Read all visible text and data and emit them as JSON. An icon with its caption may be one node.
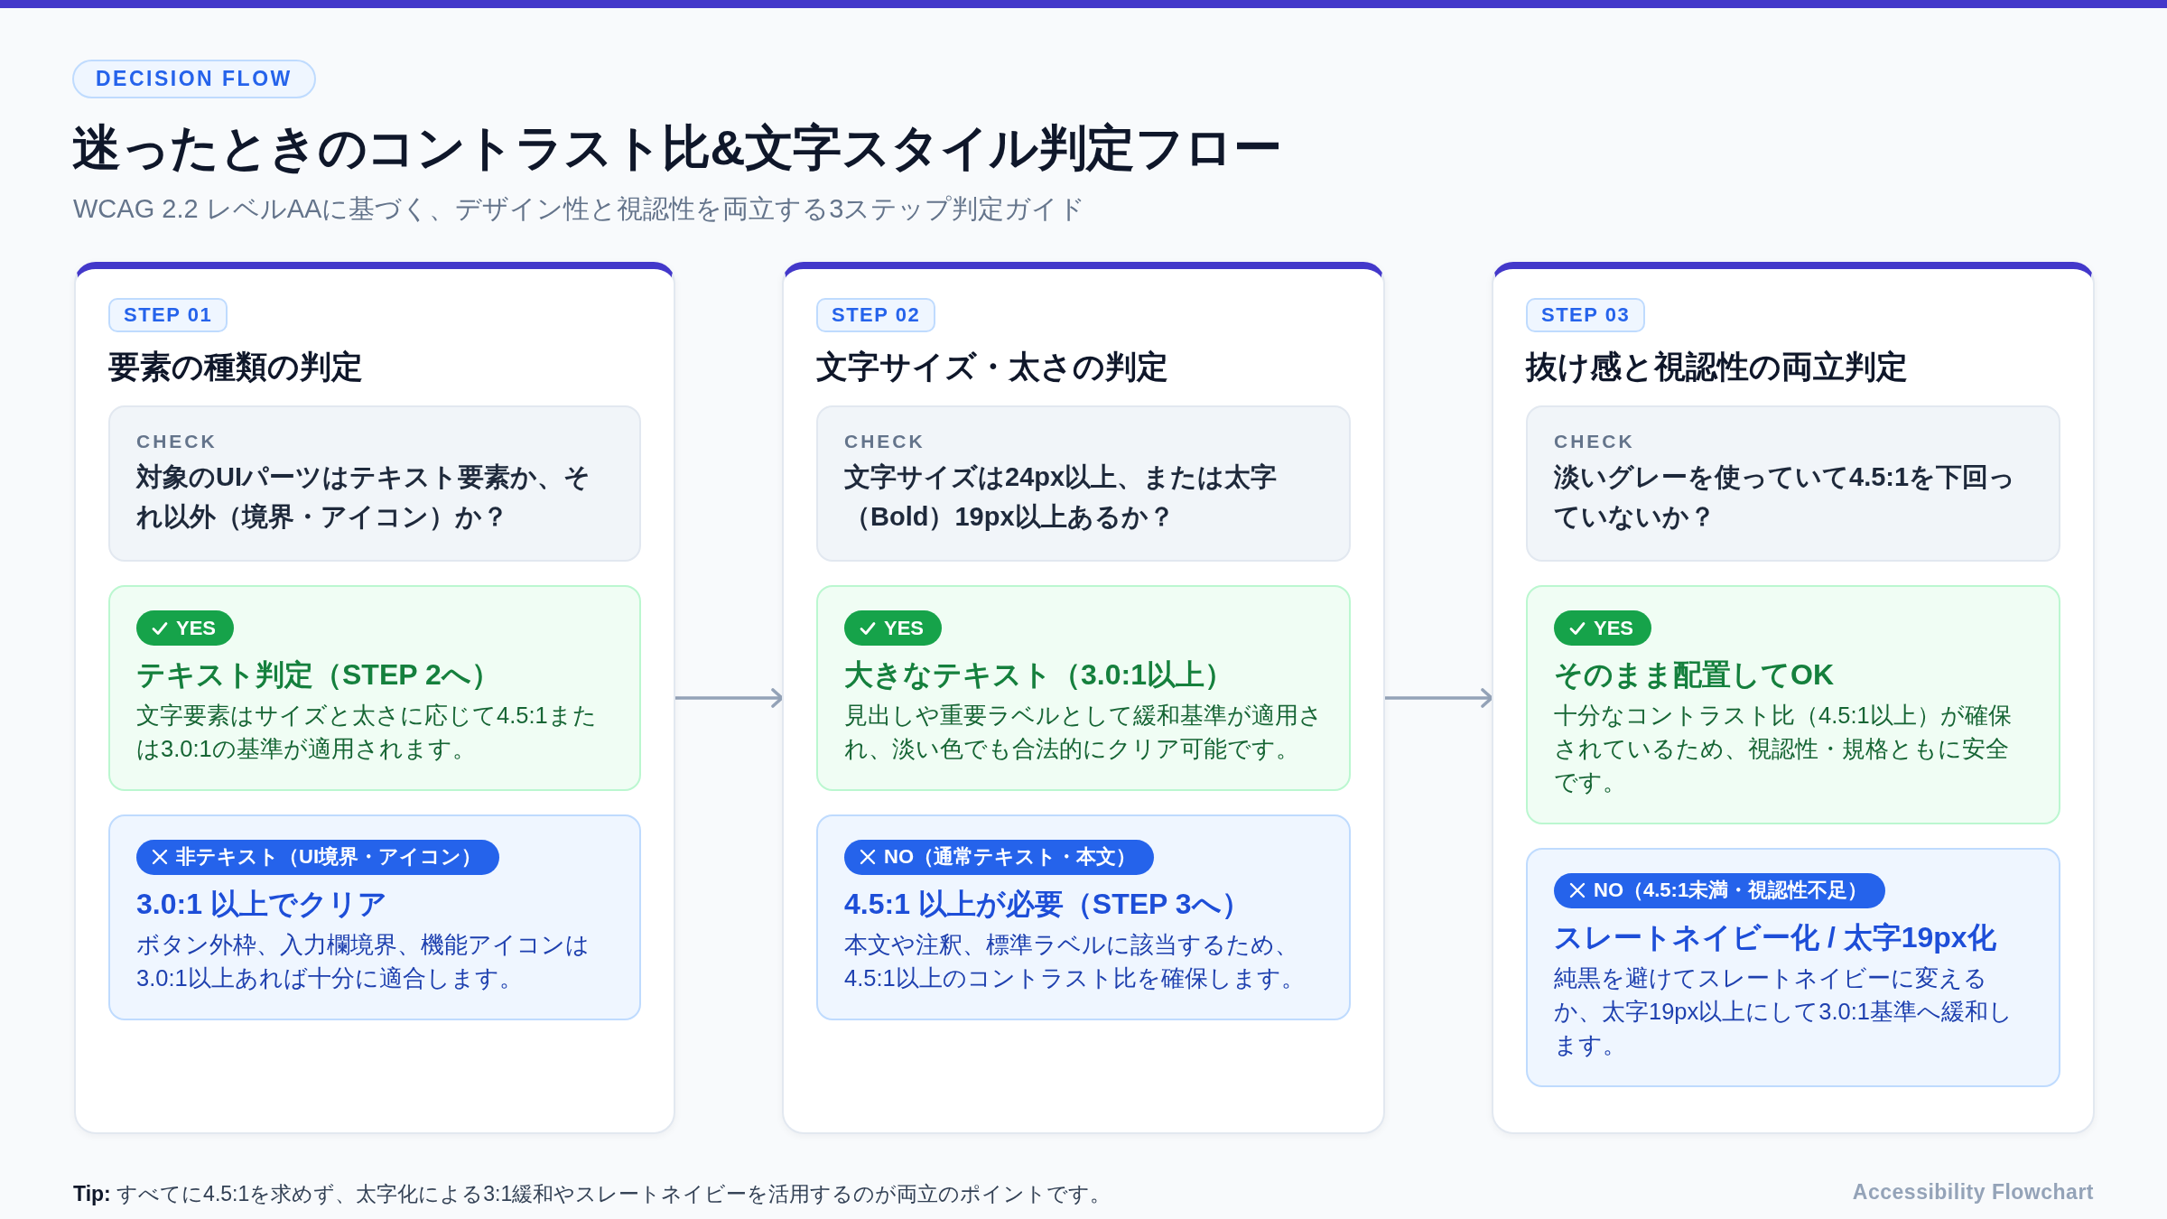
{
  "diagram": {
    "title": "迷ったときのコントラスト比&文字スタイル判定フロー",
    "nodes": [
      {
        "text": [
          "STEP 01",
          "要素の種類の判定"
        ]
      },
      {
        "text": [
          "CHECK",
          "対象のUIパーツはテキスト要素か、それ以外（境界・アイコン）か？"
        ],
        "in": 0
      },
      {
        "text": [
          "YES",
          "テキスト判定（STEP 2へ）",
          "文字要素はサイズと太さに応じて4.5:1または3.0:1の基準が適用されます。"
        ],
        "in": 0
      },
      {
        "text": [
          "非テキスト（UI境界・アイコン）",
          "3.0:1 以上でクリア",
          "ボタン外枠、入力欄境界、機能アイコンは3.0:1以上あれば十分に適合します。"
        ],
        "in": 0
      },
      {
        "text": [
          "STEP 02",
          "文字サイズ・太さの判定"
        ]
      },
      {
        "text": [
          "CHECK",
          "文字サイズは24px以上、または太字（Bold）19px以上あるか？"
        ],
        "in": 4
      },
      {
        "text": [
          "YES",
          "大きなテキスト（3.0:1以上）",
          "見出しや重要ラベルとして緩和基準が適用され、淡い色でも合法的にクリア可能です。"
        ],
        "in": 4
      },
      {
        "text": [
          "NO（通常テキスト・本文）",
          "4.5:1 以上が必要（STEP 3へ）",
          "本文や注釈、標準ラベルに該当するため、4.5:1以上のコントラスト比を確保します。"
        ],
        "in": 4
      },
      {
        "text": [
          "STEP 03",
          "抜け感と視認性の両立判定"
        ]
      },
      {
        "text": [
          "CHECK",
          "淡いグレーを使っていて4.5:1を下回っていないか？"
        ],
        "in": 8
      },
      {
        "text": [
          "YES",
          "そのまま配置してOK",
          "十分なコントラスト比（4.5:1以上）が確保されているため、視認性・規格ともに安全です。"
        ],
        "in": 8
      },
      {
        "text": [
          "NO（4.5:1未満・視認性不足）",
          "スレートネイビー化 / 太字19px化",
          "純黒を避けてスレートネイビーに変えるか、太字19px以上にして3.0:1基準へ緩和します。"
        ],
        "in": 8
      }
    ],
    "edges": [
      {
        "from": 0,
        "to": 4,
        "arrow": "to"
      },
      {
        "from": 4,
        "to": 8,
        "arrow": "to"
      }
    ],
    "labels": [
      "DECISION FLOW",
      "WCAG 2.2 レベルAAに基づく、デザイン性と視認性を両立する3ステップ判定ガイド",
      "**Tip:** すべてに4.5:1を求めず、太字化による3:1緩和やスレートネイビーを活用するのが両立のポイントです。",
      "Accessibility Flowchart"
    ]
  }
}
